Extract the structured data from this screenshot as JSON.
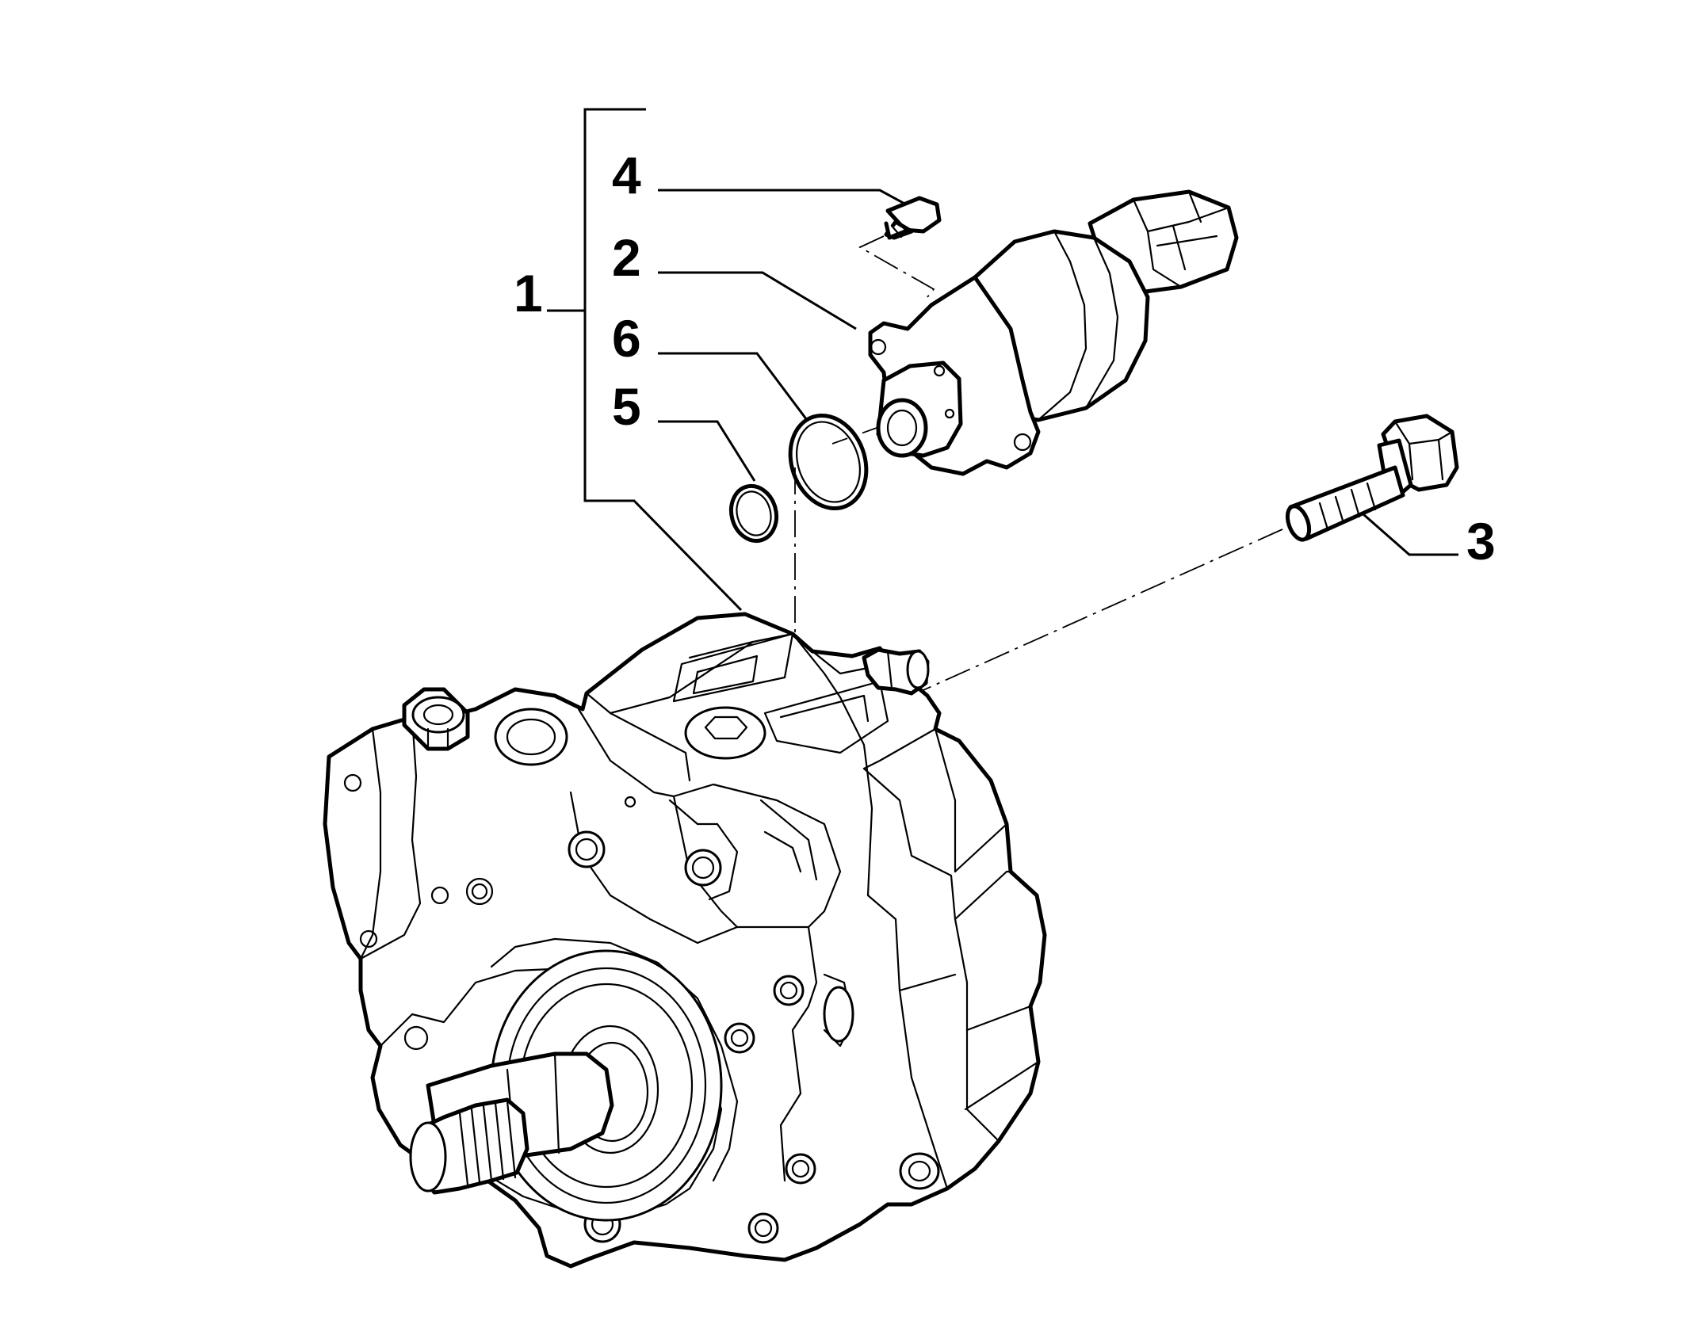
{
  "diagram": {
    "callouts": [
      {
        "id": "1",
        "label": "1"
      },
      {
        "id": "2",
        "label": "2"
      },
      {
        "id": "3",
        "label": "3"
      },
      {
        "id": "4",
        "label": "4"
      },
      {
        "id": "5",
        "label": "5"
      },
      {
        "id": "6",
        "label": "6"
      }
    ],
    "line_color": "#000000",
    "background": "#ffffff"
  }
}
